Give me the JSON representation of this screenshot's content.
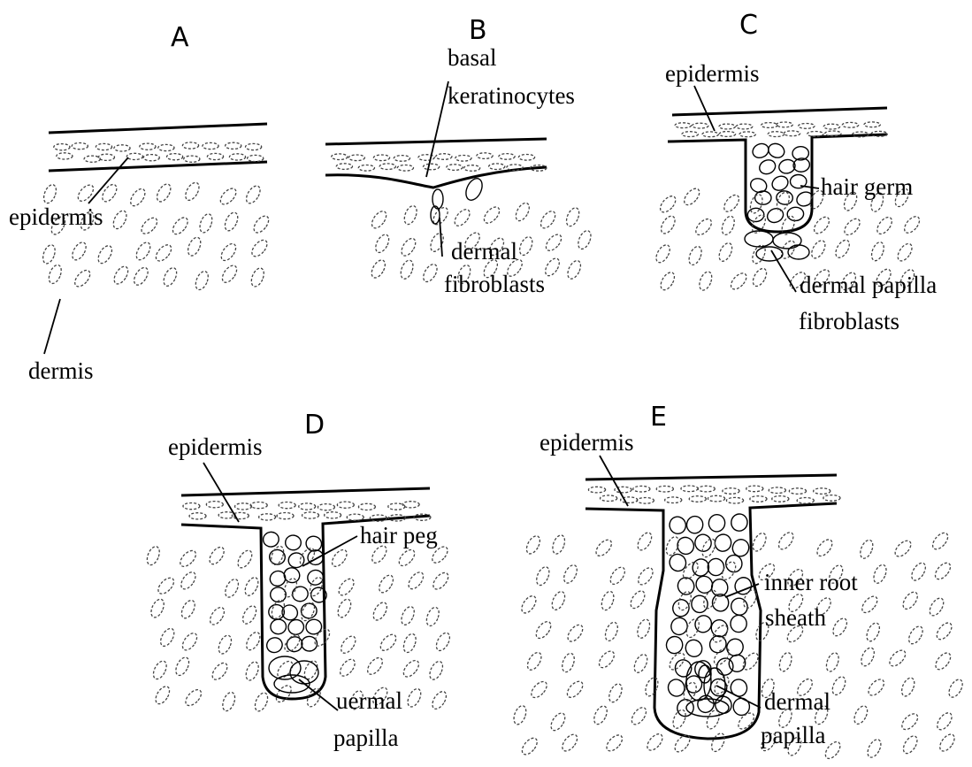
{
  "panels": {
    "A": {
      "letter": "A",
      "labels": {
        "epidermis": "epidermis",
        "dermis": "dermis"
      }
    },
    "B": {
      "letter": "B",
      "labels": {
        "basal_1": "basal",
        "basal_2": "keratinocytes",
        "dermal_1": "dermal",
        "dermal_2": "fibroblasts"
      }
    },
    "C": {
      "letter": "C",
      "labels": {
        "epidermis": "epidermis",
        "hair_germ": "hair germ",
        "papilla_1": "dermal papilla",
        "papilla_2": "fibroblasts"
      }
    },
    "D": {
      "letter": "D",
      "labels": {
        "epidermis": "epidermis",
        "hair_peg": "hair peg",
        "papilla_1": "uermal",
        "papilla_2": "papilla"
      }
    },
    "E": {
      "letter": "E",
      "labels": {
        "epidermis": "epidermis",
        "irs_1": "inner root",
        "irs_2": "sheath",
        "papilla_1": "dermal",
        "papilla_2": "papilla"
      }
    }
  }
}
